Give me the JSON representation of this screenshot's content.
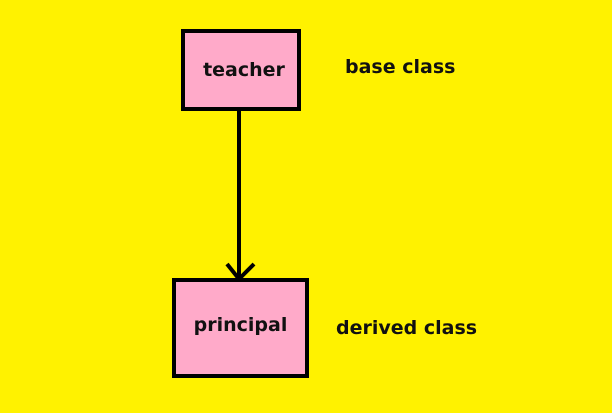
{
  "diagram": {
    "type": "class-inheritance",
    "background_color": "#fff200",
    "box_fill_color": "#ffaac9",
    "nodes": [
      {
        "id": "teacher",
        "label": "teacher",
        "annotation": "base class"
      },
      {
        "id": "principal",
        "label": "principal",
        "annotation": "derived class"
      }
    ],
    "edges": [
      {
        "from": "teacher",
        "to": "principal",
        "style": "arrow"
      }
    ]
  }
}
